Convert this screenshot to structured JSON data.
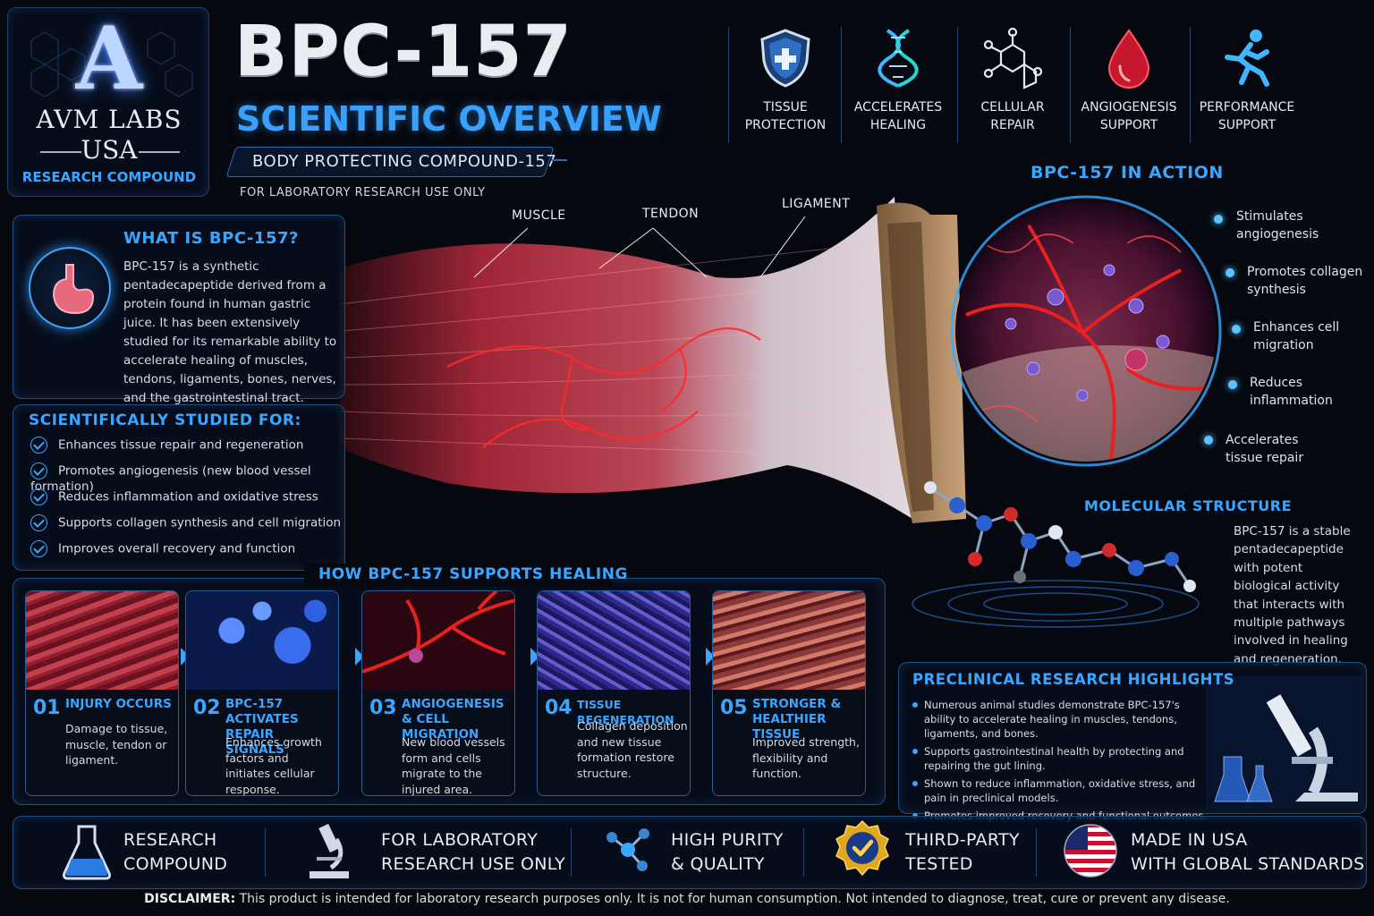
{
  "brand": {
    "letter": "A",
    "name": "AVM LABS",
    "country": "USA",
    "tagline": "RESEARCH COMPOUND"
  },
  "header": {
    "title": "BPC-157",
    "subtitle": "SCIENTIFIC OVERVIEW",
    "compound_name": "BODY PROTECTING COMPOUND-157",
    "note": "FOR LABORATORY RESEARCH USE ONLY"
  },
  "features": [
    {
      "icon": "shield-icon",
      "line1": "TISSUE",
      "line2": "PROTECTION"
    },
    {
      "icon": "dna-icon",
      "line1": "ACCELERATES",
      "line2": "HEALING"
    },
    {
      "icon": "molecule-icon",
      "line1": "CELLULAR",
      "line2": "REPAIR"
    },
    {
      "icon": "blood-drop-icon",
      "line1": "ANGIOGENESIS",
      "line2": "SUPPORT"
    },
    {
      "icon": "runner-icon",
      "line1": "PERFORMANCE",
      "line2": "SUPPORT"
    }
  ],
  "what_is": {
    "heading": "WHAT IS BPC-157?",
    "body": "BPC-157 is a synthetic pentadecapeptide derived from a protein found in human gastric juice. It has been extensively studied for its remarkable ability to accelerate healing of muscles, tendons, ligaments, bones, nerves, and the gastrointestinal tract."
  },
  "studied_for": {
    "heading": "SCIENTIFICALLY STUDIED FOR:",
    "items": [
      "Enhances tissue repair and regeneration",
      "Promotes angiogenesis (new blood vessel formation)",
      "Reduces inflammation and oxidative stress",
      "Supports collagen synthesis and cell migration",
      "Improves overall recovery and function"
    ]
  },
  "anatomy_labels": {
    "muscle": "MUSCLE",
    "tendon": "TENDON",
    "ligament": "LIGAMENT"
  },
  "in_action": {
    "heading": "BPC-157 IN ACTION",
    "callouts": [
      {
        "line1": "Stimulates",
        "line2": "angiogenesis"
      },
      {
        "line1": "Promotes collagen",
        "line2": "synthesis"
      },
      {
        "line1": "Enhances cell",
        "line2": "migration"
      },
      {
        "line1": "Reduces",
        "line2": "inflammation"
      },
      {
        "line1": "Accelerates",
        "line2": "tissue repair"
      }
    ]
  },
  "molecular": {
    "heading": "MOLECULAR STRUCTURE",
    "lines": [
      "BPC-157 is a stable",
      "pentadecapeptide",
      "with potent",
      "biological activity",
      "that interacts with",
      "multiple pathways",
      "involved in healing",
      "and regeneration."
    ]
  },
  "healing": {
    "heading": "HOW BPC-157 SUPPORTS HEALING",
    "steps": [
      {
        "num": "01",
        "title": "INJURY OCCURS",
        "desc": "Damage to tissue, muscle, tendon or ligament."
      },
      {
        "num": "02",
        "title": "BPC-157 ACTIVATES REPAIR SIGNALS",
        "desc": "Enhances growth factors and initiates cellular response."
      },
      {
        "num": "03",
        "title": "ANGIOGENESIS & CELL MIGRATION",
        "desc": "New blood vessels form and cells migrate to the injured area."
      },
      {
        "num": "04",
        "title": "TISSUE REGENERATION",
        "desc": "Collagen deposition and new tissue formation restore structure."
      },
      {
        "num": "05",
        "title": "STRONGER & HEALTHIER TISSUE",
        "desc": "Improved strength, flexibility and function."
      }
    ]
  },
  "preclinical": {
    "heading": "PRECLINICAL RESEARCH HIGHLIGHTS",
    "items": [
      "Numerous animal studies demonstrate BPC-157's ability to accelerate healing in muscles, tendons, ligaments, and bones.",
      "Supports gastrointestinal health by protecting and repairing the gut lining.",
      "Shown to reduce inflammation, oxidative stress, and pain in preclinical models.",
      "Promotes improved recovery and functional outcomes."
    ]
  },
  "badges": [
    {
      "icon": "flask-icon",
      "line1": "RESEARCH",
      "line2": "COMPOUND"
    },
    {
      "icon": "microscope-icon",
      "line1": "FOR LABORATORY",
      "line2": "RESEARCH USE ONLY"
    },
    {
      "icon": "molecule-icon",
      "line1": "HIGH PURITY",
      "line2": "& QUALITY"
    },
    {
      "icon": "seal-check-icon",
      "line1": "THIRD-PARTY",
      "line2": "TESTED"
    },
    {
      "icon": "usa-flag-icon",
      "line1": "MADE IN USA",
      "line2": "WITH GLOBAL STANDARDS"
    }
  ],
  "disclaimer": {
    "label": "DISCLAIMER:",
    "text": "This product is intended for laboratory research purposes only. It is not for human consumption. Not intended to diagnose, treat, cure or prevent any disease."
  },
  "colors": {
    "accent": "#3aa6ff",
    "background": "#05080f",
    "tissue_red": "#c0283a"
  }
}
